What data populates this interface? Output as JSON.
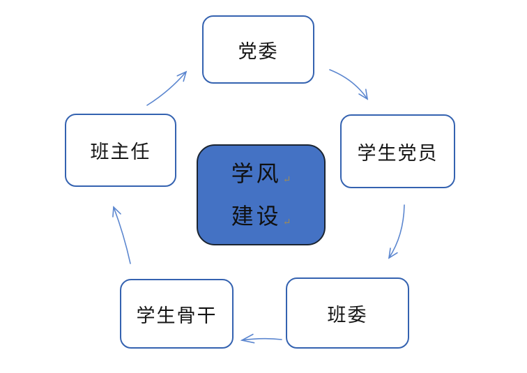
{
  "diagram": {
    "title_center": {
      "line1": "学风",
      "line2": "建设",
      "return_mark": "↵",
      "fill_color": "#4472c4",
      "border_color": "#1b2430"
    },
    "nodes": [
      {
        "id": "top",
        "label": "党委"
      },
      {
        "id": "right",
        "label": "学生党员"
      },
      {
        "id": "bottom-right",
        "label": "班委"
      },
      {
        "id": "bottom-left",
        "label": "学生骨干"
      },
      {
        "id": "left",
        "label": "班主任"
      }
    ],
    "flow": [
      "班主任 → 党委",
      "党委 → 学生党员",
      "学生党员 → 班委",
      "班委 → 学生骨干",
      "学生骨干 → 班主任"
    ],
    "colors": {
      "node_border": "#3462b0",
      "arrow": "#5b86cf",
      "text": "#151515",
      "return_mark": "#9b8a5a"
    }
  }
}
